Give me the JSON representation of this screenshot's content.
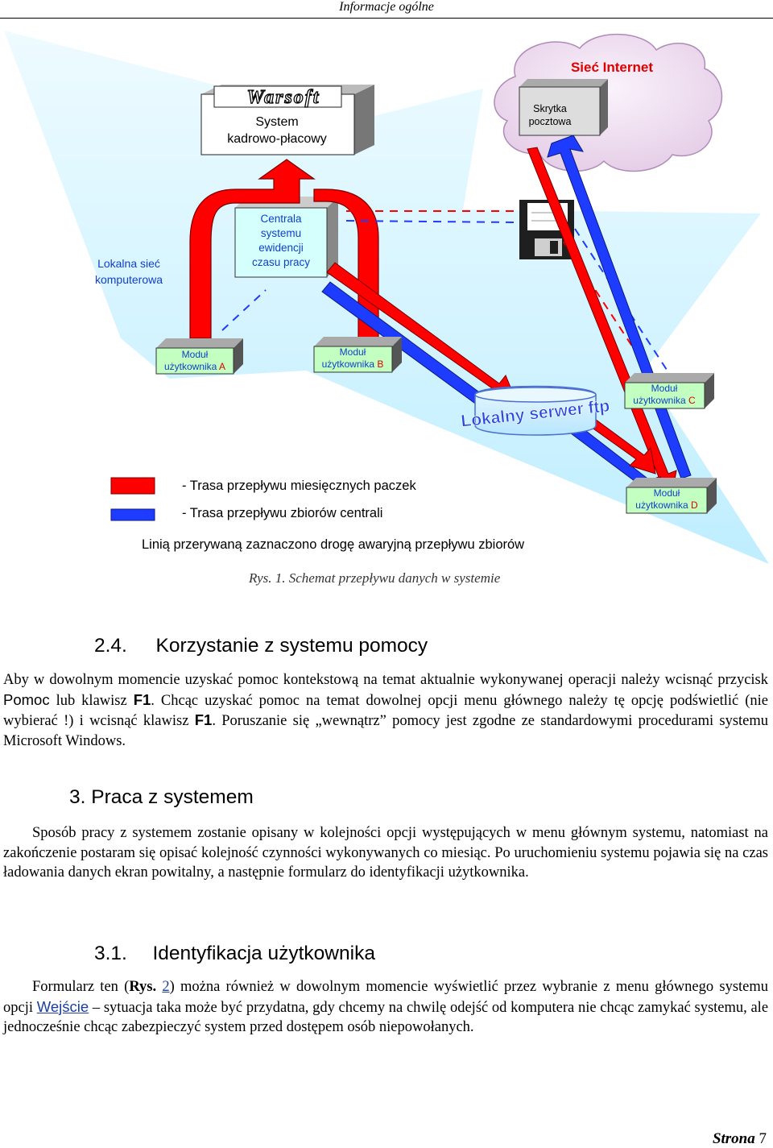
{
  "header": {
    "title": "Informacje ogólne"
  },
  "diagram": {
    "internet_label": "Sieć Internet",
    "mailbox_label": [
      "Skrytka",
      "pocztowa"
    ],
    "warsoft_logo": "Warsoft",
    "kp_label": [
      "System",
      "kadrowo-płacowy"
    ],
    "lan_label": [
      "Lokalna sieć",
      "komputerowa"
    ],
    "central_label": [
      "Centrala",
      "systemu",
      "ewidencji",
      "czasu pracy"
    ],
    "module_word": "Moduł",
    "user_word": "użytkownika",
    "modules": [
      "A",
      "B",
      "C",
      "D"
    ],
    "ftp_label": "Lokalny serwer ftp",
    "legend_red": "- Trasa przepływu miesięcznych paczek",
    "legend_blue": "- Trasa przepływu zbiorów centrali",
    "legend_dash": "Linią przerywaną zaznaczono drogę awaryjną przepływu zbiorów",
    "colors": {
      "red": "#ff0000",
      "blue": "#1e3cff",
      "cloud": "#f1e2f2",
      "lan": "#d7f4ff",
      "module": "#c2ffc0"
    }
  },
  "caption": "Rys. 1. Schemat przepływu danych w systemie",
  "section_24": {
    "number": "2.4.",
    "title": "Korzystanie z systemu pomocy",
    "p1": "Aby w dowolnym momencie uzyskać pomoc kontekstową na temat aktualnie wykonywanej operacji należy wcisnąć przycisk",
    "p1_pomoc": "Pomoc",
    "p1_b": "lub klawisz",
    "p1_f1": "F1",
    "p1_c": ". Chcąc uzyskać pomoc na temat dowolnej opcji menu głównego należy tę opcję podświetlić (nie wybierać !) i wcisnąć klawisz",
    "p1_d": "F1",
    "p1_e": ". Poruszanie się „wewnątrz” pomocy jest zgodne ze standardowymi procedurami systemu Microsoft Windows."
  },
  "section_3": {
    "number": "3.",
    "title": "Praca z systemem",
    "p1": "Sposób pracy z systemem zostanie opisany w kolejności opcji występujących w menu głównym systemu, natomiast na zakończenie postaram się opisać kolejność czynności wykonywanych co miesiąc. Po uruchomieniu systemu pojawia się na czas ładowania danych ekran powitalny, a następnie formularz do identyfikacji użytkownika."
  },
  "section_31": {
    "number": "3.1.",
    "title": "Identyfikacja użytkownika",
    "p_a": "Formularz ten (",
    "p_rys": "Rys.",
    "p_num": "2",
    "p_b": ") można również w dowolnym momencie wyświetlić przez wybranie z menu głównego systemu opcji",
    "p_wejscie": "Wejście",
    "p_c": "– sytuacja taka może być przydatna, gdy chcemy na chwilę odejść od komputera nie chcąc zamykać systemu, ale jednocześnie chcąc zabezpieczyć system przed dostępem osób niepowołanych."
  },
  "footer": {
    "word": "Strona",
    "page": "7"
  }
}
